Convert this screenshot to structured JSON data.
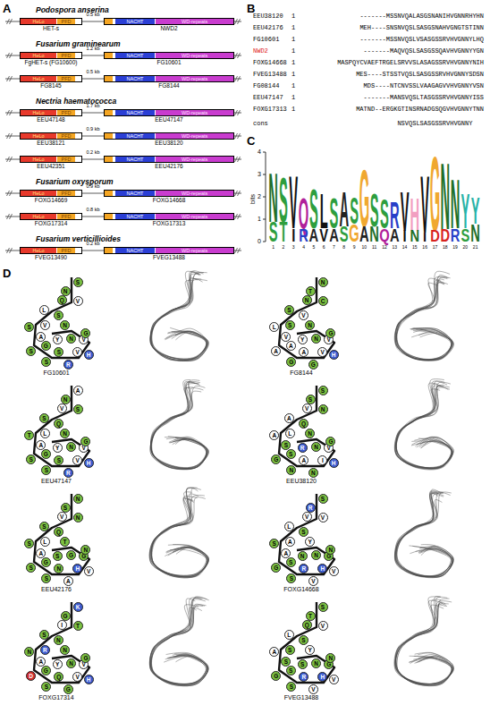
{
  "diagram": {
    "nodes": [
      {
        "text": [
          "HET-s"
        ]
      },
      {
        "text": [
          "HeLo"
        ],
        "in": 0
      },
      {
        "text": [
          "PFD"
        ],
        "in": 0
      },
      {
        "text": [
          "NWD2"
        ]
      },
      {
        "text": [
          "NACHT"
        ],
        "in": 3
      },
      {
        "text": [
          "WD-repeats"
        ],
        "in": 3
      },
      {
        "text": [
          "FgHET-s (FG10600)"
        ]
      },
      {
        "text": [
          "HeLo"
        ],
        "in": 6
      },
      {
        "text": [
          "PFD"
        ],
        "in": 6
      },
      {
        "text": [
          "FG10601"
        ]
      },
      {
        "text": [
          "NACHT"
        ],
        "in": 9
      },
      {
        "text": [
          "WD-repeats"
        ],
        "in": 9
      },
      {
        "text": [
          "FG8145"
        ]
      },
      {
        "text": [
          "HeLo"
        ],
        "in": 12
      },
      {
        "text": [
          "PFD"
        ],
        "in": 12
      },
      {
        "text": [
          "FG8144"
        ]
      },
      {
        "text": [
          "NACHT"
        ],
        "in": 15
      },
      {
        "text": [
          "WD-repeats"
        ],
        "in": 15
      },
      {
        "text": [
          "EEU47148"
        ]
      },
      {
        "text": [
          "HeLo"
        ],
        "in": 18
      },
      {
        "text": [
          "PFD"
        ],
        "in": 18
      },
      {
        "text": [
          "EEU47147"
        ]
      },
      {
        "text": [
          "NACHT"
        ],
        "in": 21
      },
      {
        "text": [
          "WD-repeats"
        ],
        "in": 21
      },
      {
        "text": [
          "EEU38121"
        ]
      },
      {
        "text": [
          "HeLo"
        ],
        "in": 24
      },
      {
        "text": [
          "PFD"
        ],
        "in": 24
      },
      {
        "text": [
          "EEU38120"
        ]
      },
      {
        "text": [
          "NACHT"
        ],
        "in": 27
      },
      {
        "text": [
          "WD-repeats"
        ],
        "in": 27
      },
      {
        "text": [
          "EEU42351"
        ]
      },
      {
        "text": [
          "HeLo"
        ],
        "in": 30
      },
      {
        "text": [
          "PFD"
        ],
        "in": 30
      },
      {
        "text": [
          "EEU42176"
        ]
      },
      {
        "text": [
          "NACHT"
        ],
        "in": 33
      },
      {
        "text": [
          "WD-repeats"
        ],
        "in": 33
      },
      {
        "text": [
          "FOXG14669"
        ]
      },
      {
        "text": [
          "HeLo"
        ],
        "in": 36
      },
      {
        "text": [
          "PFD"
        ],
        "in": 36
      },
      {
        "text": [
          "FOXG14668"
        ]
      },
      {
        "text": [
          "NACHT"
        ],
        "in": 39
      },
      {
        "text": [
          "WD-repeats"
        ],
        "in": 39
      },
      {
        "text": [
          "FOXG17314"
        ]
      },
      {
        "text": [
          "HeLo"
        ],
        "in": 42
      },
      {
        "text": [
          "PFD"
        ],
        "in": 42
      },
      {
        "text": [
          "FOXG17313"
        ]
      },
      {
        "text": [
          "NACHT"
        ],
        "in": 45
      },
      {
        "text": [
          "WD-repeats"
        ],
        "in": 45
      },
      {
        "text": [
          "FVEG13490"
        ]
      },
      {
        "text": [
          "HeLo"
        ],
        "in": 48
      },
      {
        "text": [
          "PFD"
        ],
        "in": 48
      },
      {
        "text": [
          "FVEG13488"
        ]
      },
      {
        "text": [
          "NACHT"
        ],
        "in": 51
      },
      {
        "text": [
          "WD-repeats"
        ],
        "in": 51
      },
      {
        "text": [
          "S"
        ]
      },
      {
        "text": [
          "N"
        ]
      },
      {
        "text": [
          "V"
        ]
      },
      {
        "text": [
          "Q"
        ]
      },
      {
        "text": [
          "S"
        ]
      },
      {
        "text": [
          "L"
        ]
      },
      {
        "text": [
          "V"
        ]
      },
      {
        "text": [
          "S"
        ]
      },
      {
        "text": [
          "A"
        ]
      },
      {
        "text": [
          "S"
        ]
      },
      {
        "text": [
          "G"
        ]
      },
      {
        "text": [
          "S"
        ]
      },
      {
        "text": [
          "S"
        ]
      },
      {
        "text": [
          "R"
        ]
      },
      {
        "text": [
          "V"
        ]
      },
      {
        "text": [
          "H"
        ]
      },
      {
        "text": [
          "V"
        ]
      },
      {
        "text": [
          "G"
        ]
      },
      {
        "text": [
          "N"
        ]
      },
      {
        "text": [
          "N"
        ]
      },
      {
        "text": [
          "Y"
        ]
      },
      {
        "text": [
          "N"
        ]
      },
      {
        "text": [
          "T"
        ]
      },
      {
        "text": [
          "C"
        ]
      },
      {
        "text": [
          "N"
        ]
      },
      {
        "text": [
          "V"
        ]
      },
      {
        "text": [
          "S"
        ]
      },
      {
        "text": [
          "S"
        ]
      },
      {
        "text": [
          "L"
        ]
      },
      {
        "text": [
          "V"
        ]
      },
      {
        "text": [
          "A"
        ]
      },
      {
        "text": [
          "A"
        ]
      },
      {
        "text": [
          "G"
        ]
      },
      {
        "text": [
          "A"
        ]
      },
      {
        "text": [
          "G"
        ]
      },
      {
        "text": [
          "V"
        ]
      },
      {
        "text": [
          "H"
        ]
      },
      {
        "text": [
          "V"
        ]
      },
      {
        "text": [
          "G"
        ]
      },
      {
        "text": [
          "N"
        ]
      },
      {
        "text": [
          "N"
        ]
      },
      {
        "text": [
          "Y"
        ]
      },
      {
        "text": [
          "A"
        ]
      },
      {
        "text": [
          "N"
        ]
      },
      {
        "text": [
          "S"
        ]
      },
      {
        "text": [
          "V"
        ]
      },
      {
        "text": [
          "Q"
        ]
      },
      {
        "text": [
          "S"
        ]
      },
      {
        "text": [
          "L"
        ]
      },
      {
        "text": [
          "T"
        ]
      },
      {
        "text": [
          "A"
        ]
      },
      {
        "text": [
          "S"
        ]
      },
      {
        "text": [
          "G"
        ]
      },
      {
        "text": [
          "S"
        ]
      },
      {
        "text": [
          "S"
        ]
      },
      {
        "text": [
          "R"
        ]
      },
      {
        "text": [
          "V"
        ]
      },
      {
        "text": [
          "H"
        ]
      },
      {
        "text": [
          "V"
        ]
      },
      {
        "text": [
          "G"
        ]
      },
      {
        "text": [
          "N"
        ]
      },
      {
        "text": [
          "N"
        ]
      },
      {
        "text": [
          "Y"
        ]
      },
      {
        "text": [
          "S"
        ]
      },
      {
        "text": [
          "S"
        ]
      },
      {
        "text": [
          "N"
        ]
      },
      {
        "text": [
          "V"
        ]
      },
      {
        "text": [
          "Q"
        ]
      },
      {
        "text": [
          "A"
        ]
      },
      {
        "text": [
          "L"
        ]
      },
      {
        "text": [
          "A"
        ]
      },
      {
        "text": [
          "S"
        ]
      },
      {
        "text": [
          "G"
        ]
      },
      {
        "text": [
          "S"
        ]
      },
      {
        "text": [
          "N"
        ]
      },
      {
        "text": [
          "A"
        ]
      },
      {
        "text": [
          "N"
        ]
      },
      {
        "text": [
          "I"
        ]
      },
      {
        "text": [
          "H"
        ]
      },
      {
        "text": [
          "V"
        ]
      },
      {
        "text": [
          "G"
        ]
      },
      {
        "text": [
          "N"
        ]
      },
      {
        "text": [
          "N"
        ]
      },
      {
        "text": [
          "R"
        ]
      },
      {
        "text": [
          "N"
        ]
      },
      {
        "text": [
          "S"
        ]
      },
      {
        "text": [
          "N"
        ]
      },
      {
        "text": [
          "V"
        ]
      },
      {
        "text": [
          "Q"
        ]
      },
      {
        "text": [
          "S"
        ]
      },
      {
        "text": [
          "L"
        ]
      },
      {
        "text": [
          "S"
        ]
      },
      {
        "text": [
          "A"
        ]
      },
      {
        "text": [
          "S"
        ]
      },
      {
        "text": [
          "G"
        ]
      },
      {
        "text": [
          "S"
        ]
      },
      {
        "text": [
          "N"
        ]
      },
      {
        "text": [
          "A"
        ]
      },
      {
        "text": [
          "H"
        ]
      },
      {
        "text": [
          "V"
        ]
      },
      {
        "text": [
          "G"
        ]
      },
      {
        "text": [
          "N"
        ]
      },
      {
        "text": [
          "G"
        ]
      },
      {
        "text": [
          "T"
        ]
      },
      {
        "text": [
          "S"
        ]
      },
      {
        "text": [
          "S"
        ]
      },
      {
        "text": [
          "R"
        ]
      },
      {
        "text": [
          "V"
        ]
      },
      {
        "text": [
          "V"
        ]
      },
      {
        "text": [
          "S"
        ]
      },
      {
        "text": [
          "L"
        ]
      },
      {
        "text": [
          "A"
        ]
      },
      {
        "text": [
          "S"
        ]
      },
      {
        "text": [
          "A"
        ]
      },
      {
        "text": [
          "G"
        ]
      },
      {
        "text": [
          "S"
        ]
      },
      {
        "text": [
          "S"
        ]
      },
      {
        "text": [
          "R"
        ]
      },
      {
        "text": [
          "V"
        ]
      },
      {
        "text": [
          "H"
        ]
      },
      {
        "text": [
          "V"
        ]
      },
      {
        "text": [
          "G"
        ]
      },
      {
        "text": [
          "N"
        ]
      },
      {
        "text": [
          "N"
        ]
      },
      {
        "text": [
          "Y"
        ]
      },
      {
        "text": [
          "N"
        ]
      },
      {
        "text": [
          "K"
        ]
      },
      {
        "text": [
          "G"
        ]
      },
      {
        "text": [
          "T"
        ]
      },
      {
        "text": [
          "I"
        ]
      },
      {
        "text": [
          "N"
        ]
      },
      {
        "text": [
          "S"
        ]
      },
      {
        "text": [
          "R"
        ]
      },
      {
        "text": [
          "N"
        ]
      },
      {
        "text": [
          "A"
        ]
      },
      {
        "text": [
          "D"
        ]
      },
      {
        "text": [
          "G"
        ]
      },
      {
        "text": [
          "S"
        ]
      },
      {
        "text": [
          "Q"
        ]
      },
      {
        "text": [
          "G"
        ]
      },
      {
        "text": [
          "V"
        ]
      },
      {
        "text": [
          "H"
        ]
      },
      {
        "text": [
          "V"
        ]
      },
      {
        "text": [
          "G"
        ]
      },
      {
        "text": [
          "N"
        ]
      },
      {
        "text": [
          "N"
        ]
      },
      {
        "text": [
          "Y"
        ]
      },
      {
        "text": [
          "S"
        ]
      },
      {
        "text": [
          "T"
        ]
      },
      {
        "text": [
          "V"
        ]
      },
      {
        "text": [
          "Q"
        ]
      },
      {
        "text": [
          "S"
        ]
      },
      {
        "text": [
          "L"
        ]
      },
      {
        "text": [
          "S"
        ]
      },
      {
        "text": [
          "A"
        ]
      },
      {
        "text": [
          "S"
        ]
      },
      {
        "text": [
          "G"
        ]
      },
      {
        "text": [
          "S"
        ]
      },
      {
        "text": [
          "S"
        ]
      },
      {
        "text": [
          "R"
        ]
      },
      {
        "text": [
          "V"
        ]
      },
      {
        "text": [
          "H"
        ]
      },
      {
        "text": [
          "V"
        ]
      },
      {
        "text": [
          "G"
        ]
      },
      {
        "text": [
          "N"
        ]
      },
      {
        "text": [
          "N"
        ]
      },
      {
        "text": [
          "Y"
        ]
      },
      {
        "text": [
          "S"
        ]
      }
    ],
    "labels": [
      "A",
      "Podospora anserina",
      "0.5 kb",
      "Fusarium graminearum",
      "1.2 kb",
      "0.5 kb",
      "Nectria haematococca",
      "1.7 kb",
      "0.9 kb",
      "0.2 kb",
      "Fusarium oxysporum",
      "0.9 kb",
      "0.8 kb",
      "Fusarium verticillioides",
      "0.2 kb",
      "B",
      "EEU38120",
      "1",
      "-------MSSNVQALASGSNANIHVGNNRHYHN",
      "EEU42176",
      "1",
      "MEH----SNSNVQSLSASGSNAHVGNGTSTINN",
      "FG10601",
      "1",
      "-------MSSNVQSLVSASGSSRVHVGNNYLHQ",
      "NWD2",
      "1",
      "-------MAQVQSLSASGSSQAVHVGNNYYGN",
      "FOXG14668",
      "1",
      "MASPQYCVAEFTRGELSRVVSLASAGSSRVHVGNNYNIH",
      "FVEG13488",
      "1",
      "MES----STSSTVQSLSASGSSRVHVGNNYSDSN",
      "FG08144",
      "1",
      "MDS----NTCNVSSLVAAGAGVVHVGNNYVSN",
      "EEU47147",
      "1",
      "-------MANSVQSLTASGSSRVHVGNNYISS",
      "FOXG17313",
      "1",
      "MATND--ERGKGTINSRNADGSQGVHVGNNYTNN",
      "cons",
      "NSVQSLSASGSSRVHVGNNY",
      "C",
      "bits",
      "0",
      "1",
      "2",
      "3",
      "4",
      "1",
      "2",
      "3",
      "4",
      "5",
      "6",
      "7",
      "8",
      "9",
      "10",
      "11",
      "12",
      "13",
      "14",
      "15",
      "16",
      "17",
      "18",
      "19",
      "20",
      "21",
      "N",
      "S",
      "S",
      "T",
      "V",
      "I",
      "Q",
      "R",
      "S",
      "A",
      "L",
      "V",
      "S",
      "A",
      "A",
      "S",
      "S",
      "G",
      "G",
      "A",
      "S",
      "N",
      "S",
      "Q",
      "R",
      "A",
      "V",
      "I",
      "H",
      "N",
      "V",
      "I",
      "G",
      "D",
      "N",
      "D",
      "N",
      "R",
      "Y",
      "S",
      "Y",
      "N",
      "D",
      "FG10601",
      "FG8144",
      "EEU47147",
      "EEU38120",
      "EEU42176",
      "FOXG14668",
      "FOXG17314",
      "FVEG13488"
    ]
  }
}
